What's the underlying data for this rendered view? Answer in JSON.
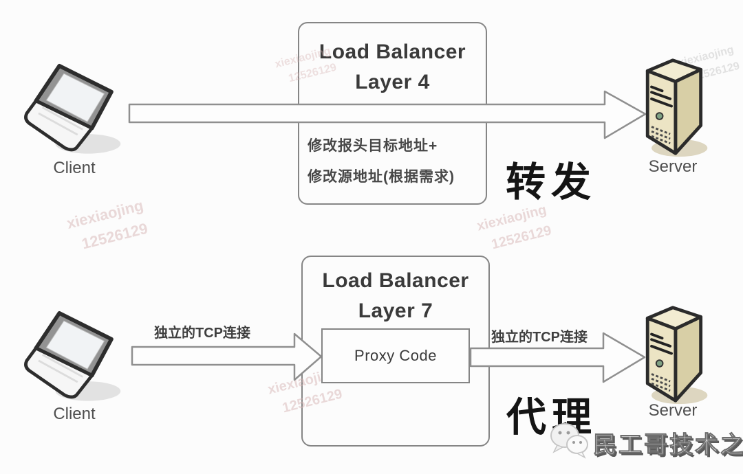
{
  "top_flow": {
    "client_label": "Client",
    "server_label": "Server",
    "lb_title_line1": "Load Balancer",
    "lb_title_line2": "Layer 4",
    "note_line1": "修改报头目标地址+",
    "note_line2": "修改源地址(根据需求)",
    "mode_label": "转发"
  },
  "bottom_flow": {
    "client_label": "Client",
    "server_label": "Server",
    "lb_title_line1": "Load Balancer",
    "lb_title_line2": "Layer 7",
    "proxy_box_label": "Proxy Code",
    "left_arrow_label": "独立的TCP连接",
    "right_arrow_label": "独立的TCP连接",
    "mode_label": "代理"
  },
  "watermarks": {
    "faint_line1": "xiexiaojing",
    "faint_line2": "12526129",
    "brand_text": "民工哥技术之路"
  },
  "colors": {
    "box_border": "#858585",
    "arrow_outline": "#8f8f8f",
    "title_text": "#3a3a3a",
    "note_text": "#474747",
    "mode_text": "#141414",
    "server_front": "#ece4c4",
    "server_side": "#d8cfa6",
    "faint_watermark": "#d5b2b2"
  }
}
